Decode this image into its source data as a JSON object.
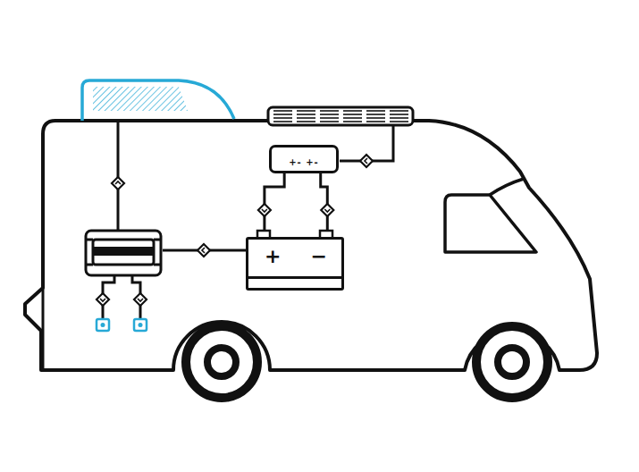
{
  "diagram": {
    "nodes": [
      {
        "text": [
          "+- +-"
        ]
      },
      {
        "text": [
          "+",
          "−"
        ]
      }
    ],
    "edges": [
      {
        "from": 0,
        "to": 1,
        "arrow": "to"
      },
      {
        "from": 0,
        "to": 1,
        "arrow": "to"
      }
    ]
  }
}
